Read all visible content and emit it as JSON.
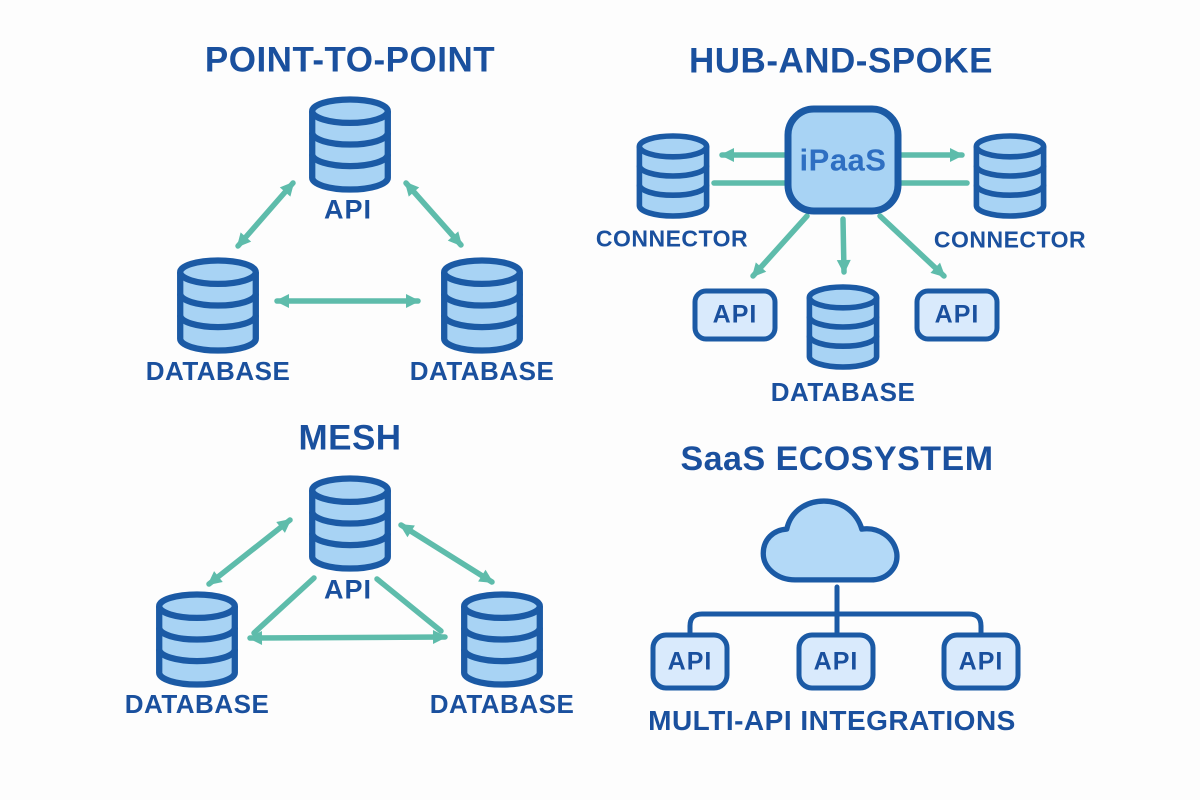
{
  "palette": {
    "background": "#fdfdfd",
    "navy_text": "#1a509e",
    "shape_stroke": "#1b5aa5",
    "shape_fill": "#a8d3f4",
    "light_fill": "#d9eafc",
    "cloud_fill": "#b3d9f7",
    "teal": "#5ebcab",
    "hub_text": "#2e6fc2"
  },
  "sections": {
    "point_to_point": {
      "title": "POINT-TO-POINT",
      "api_label": "API",
      "database_left_label": "DATABASE",
      "database_right_label": "DATABASE"
    },
    "hub_and_spoke": {
      "title": "HUB-AND-SPOKE",
      "hub_label": "iPaaS",
      "connector_left_label": "CONNECTOR",
      "connector_right_label": "CONNECTOR",
      "api_left_label": "API",
      "api_right_label": "API",
      "database_label": "DATABASE"
    },
    "mesh": {
      "title": "MESH",
      "api_label": "API",
      "database_left_label": "DATABASE",
      "database_right_label": "DATABASE"
    },
    "saas_ecosystem": {
      "title": "SaaS ECOSYSTEM",
      "api_box_labels": [
        "API",
        "API",
        "API"
      ],
      "caption": "MULTI-API INTEGRATIONS"
    }
  }
}
